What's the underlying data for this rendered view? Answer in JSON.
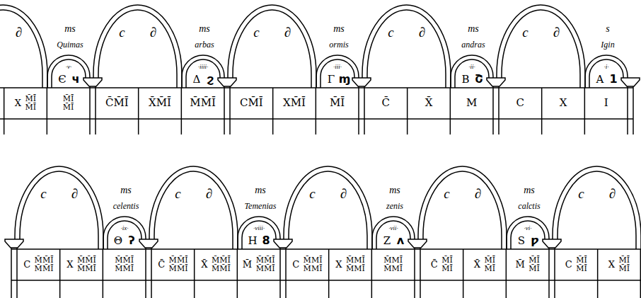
{
  "diagram": {
    "nodes": [
      {
        "text": [
          "∂"
        ]
      },
      {
        "text": [
          "ms",
          "Quimas",
          "·v·",
          "Є",
          "ч"
        ]
      },
      {
        "text": [
          "c",
          "∂"
        ]
      },
      {
        "text": [
          "ms",
          "arbas",
          "·iiii·",
          "Δ",
          "ϩ"
        ]
      },
      {
        "text": [
          "c",
          "∂"
        ]
      },
      {
        "text": [
          "ms",
          "ormis",
          "·iii·",
          "Γ",
          "ɱ"
        ]
      },
      {
        "text": [
          "c",
          "∂"
        ]
      },
      {
        "text": [
          "ms",
          "andras",
          "·ii·",
          "B",
          "Շ"
        ]
      },
      {
        "text": [
          "c",
          "∂"
        ]
      },
      {
        "text": [
          "s",
          "Igin",
          "·i·",
          "A",
          "1"
        ]
      },
      {
        "text": [
          "c",
          "∂"
        ]
      },
      {
        "text": [
          "ms",
          "celentis",
          "·ix·",
          "Θ",
          "ʔ"
        ]
      },
      {
        "text": [
          "c",
          "∂"
        ]
      },
      {
        "text": [
          "ms",
          "Temenias",
          "·viii·",
          "H",
          "8"
        ]
      },
      {
        "text": [
          "c",
          "∂"
        ]
      },
      {
        "text": [
          "ms",
          "zenis",
          "·vii·",
          "Z",
          "ʌ"
        ]
      },
      {
        "text": [
          "c",
          "∂"
        ]
      },
      {
        "text": [
          "ms",
          "calctis",
          "·vi·",
          "S",
          "ƿ"
        ]
      },
      {
        "text": [
          "c",
          "∂"
        ]
      }
    ],
    "labels": [
      "X M̄Ī M̄Ī",
      "M̄Ī M̄Ī",
      "C̄M̄Ī",
      "X̄M̄Ī",
      "M̄M̄Ī",
      "CM̄Ī",
      "XM̄Ī",
      "M̄Ī",
      "C̄",
      "X̄",
      "M",
      "C",
      "X",
      "I",
      "C M̄M̄Ī M̄M̄Ī",
      "X M̄M̄Ī M̄M̄Ī",
      "M̄M̄Ī M̄M̄Ī",
      "C̄ M̄M̄Ī M̄M̄Ī",
      "X̄ M̄M̄Ī M̄M̄Ī",
      "M̄ M̄M̄Ī M̄M̄Ī",
      "C M̄MĪ M̄MĪ",
      "X M̄MĪ M̄MĪ",
      "M̄MĪ M̄MĪ",
      "C̄ M̄Ī M̄Ī",
      "X̄ M̄Ī M̄Ī",
      "M̄ M̄Ī M̄Ī",
      "C M̄Ī M̄Ī",
      "X M̄Ī M̄Ī"
    ]
  }
}
